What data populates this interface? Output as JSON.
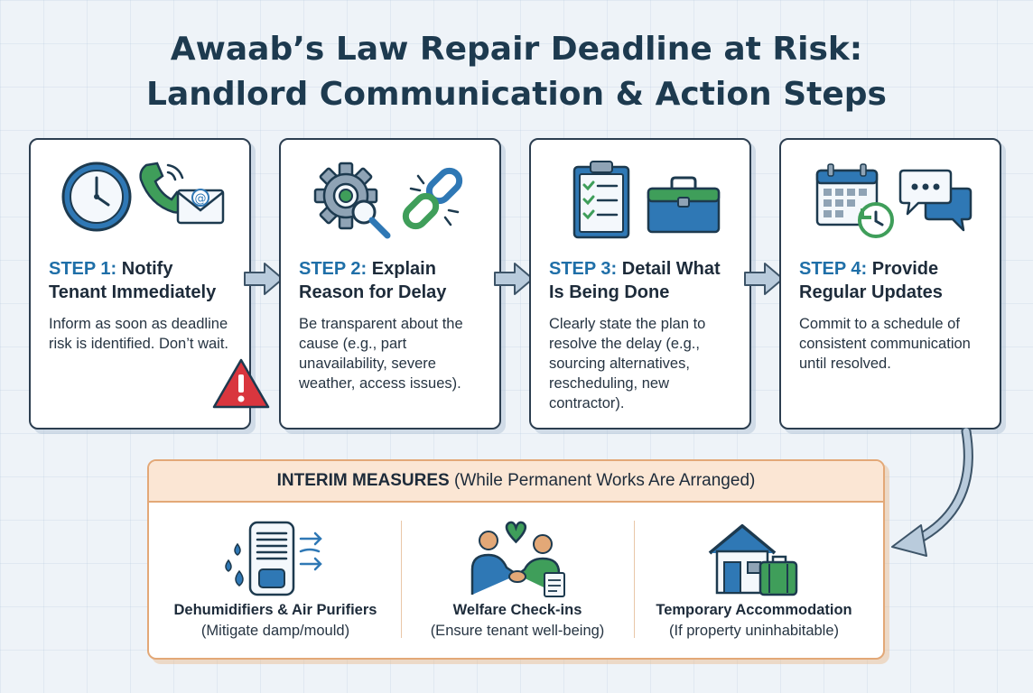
{
  "title": {
    "line1": "Awaab’s Law Repair Deadline at Risk:",
    "line2": "Landlord Communication & Action Steps"
  },
  "steps": [
    {
      "step_label": "STEP 1:",
      "heading_line1": "Notify",
      "heading_line2": "Tenant Immediately",
      "body": "Inform as soon as deadline risk is identified. Don’t wait.",
      "icons": [
        "clock-icon",
        "phone-icon",
        "email-icon",
        "warning-icon"
      ]
    },
    {
      "step_label": "STEP 2:",
      "heading_line1": "Explain",
      "heading_line2": "Reason for Delay",
      "body": "Be transparent about the cause (e.g., part unavailability, severe weather, access issues).",
      "icons": [
        "gear-icon",
        "magnifier-icon",
        "broken-chain-icon"
      ]
    },
    {
      "step_label": "STEP 3:",
      "heading_line1": "Detail What",
      "heading_line2": "Is Being Done",
      "body": "Clearly state the plan to resolve the delay (e.g., sourcing alternatives, rescheduling, new contractor).",
      "icons": [
        "clipboard-checklist-icon",
        "toolbox-icon"
      ]
    },
    {
      "step_label": "STEP 4:",
      "heading_line1": "Provide",
      "heading_line2": "Regular Updates",
      "body": "Commit to a schedule of consistent communication until resolved.",
      "icons": [
        "calendar-icon",
        "refresh-icon",
        "chat-bubbles-icon"
      ]
    }
  ],
  "interim": {
    "title_bold": "INTERIM MEASURES",
    "title_rest": "(While Permanent Works Are Arranged)",
    "measures": [
      {
        "title": "Dehumidifiers & Air Purifiers",
        "subtitle": "(Mitigate damp/mould)",
        "icon": "dehumidifier-icon"
      },
      {
        "title": "Welfare Check-ins",
        "subtitle": "(Ensure tenant well-being)",
        "icon": "handshake-icon"
      },
      {
        "title": "Temporary Accommodation",
        "subtitle": "(If property uninhabitable)",
        "icon": "house-luggage-icon"
      }
    ]
  },
  "colors": {
    "heading": "#1d3a4f",
    "step_label": "#1f6fa8",
    "card_border": "#2c3e50",
    "interim_border": "#e3a877",
    "interim_header_bg": "#fbe6d4",
    "accent_green": "#3f9e5a",
    "accent_blue": "#2f78b5",
    "warning_red": "#d9363e"
  }
}
